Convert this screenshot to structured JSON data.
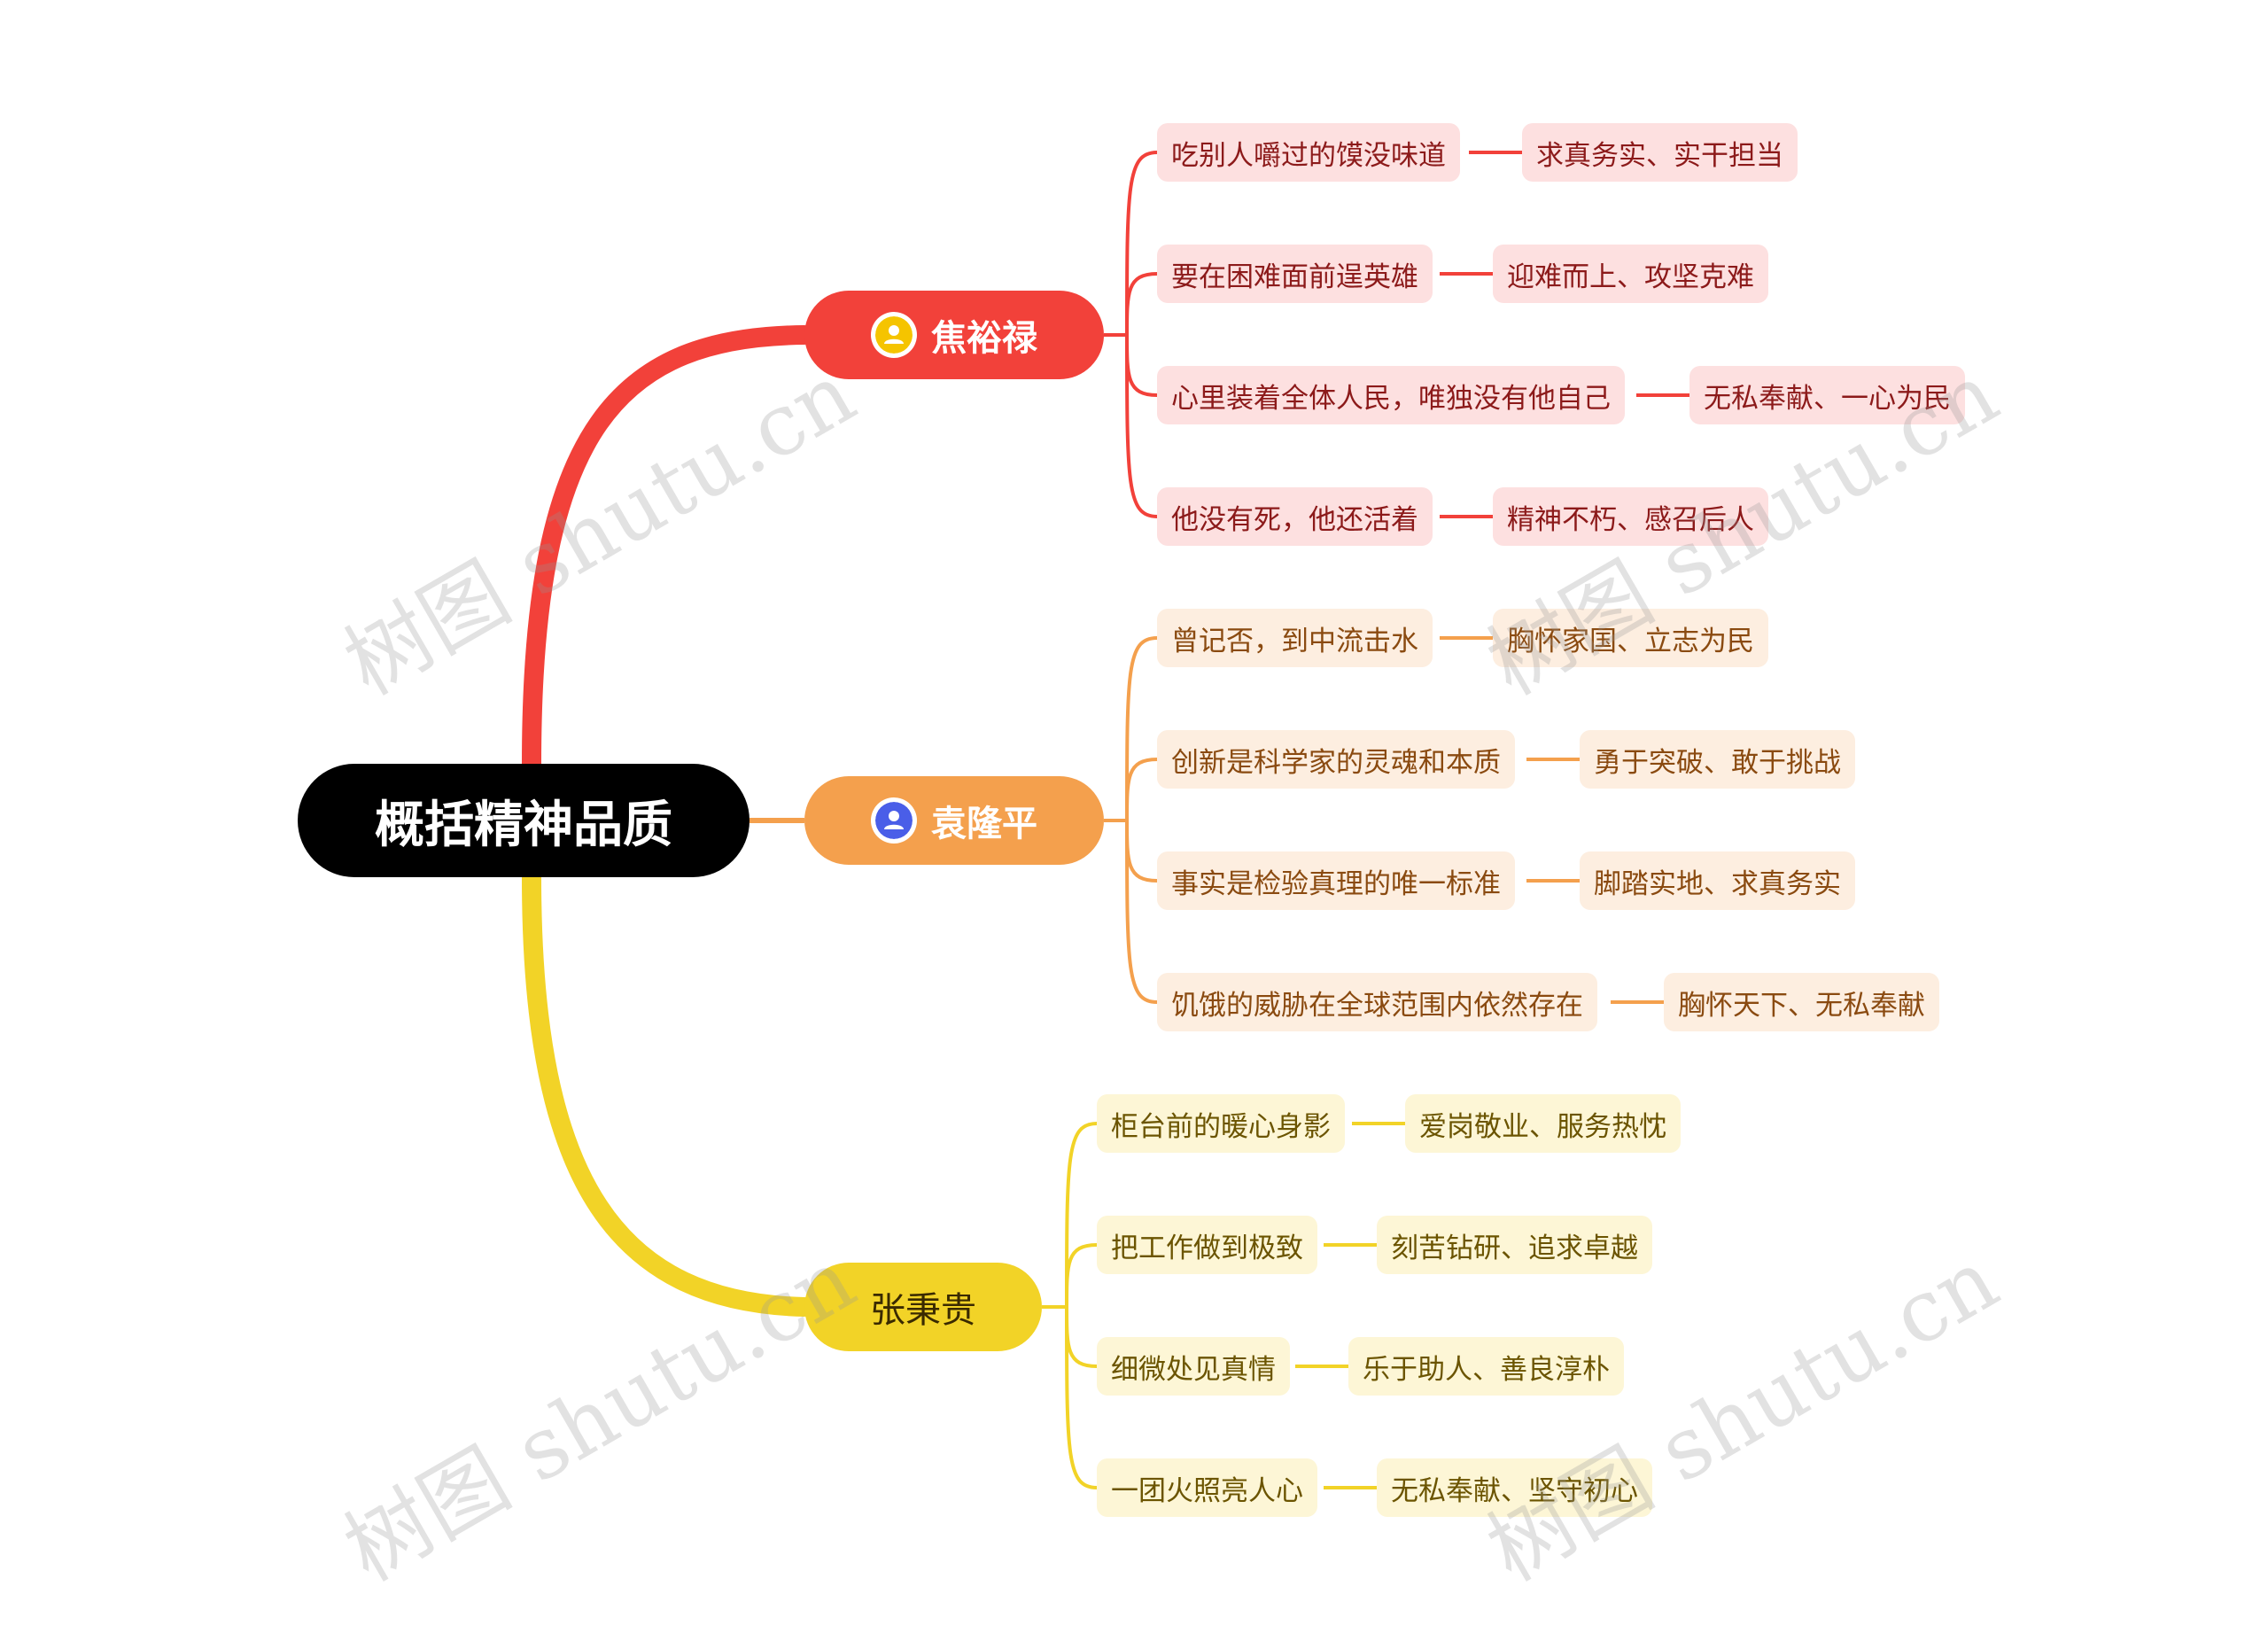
{
  "root": {
    "label": "概括精神品质"
  },
  "branches": [
    {
      "label": "焦裕禄",
      "avatar_icon": "user-icon",
      "color": "#f2413a",
      "items": [
        {
          "quote": "吃别人嚼过的馍没味道",
          "quality": "求真务实、实干担当"
        },
        {
          "quote": "要在困难面前逞英雄",
          "quality": "迎难而上、攻坚克难"
        },
        {
          "quote": "心里装着全体人民，唯独没有他自己",
          "quality": "无私奉献、一心为民"
        },
        {
          "quote": "他没有死，他还活着",
          "quality": "精神不朽、感召后人"
        }
      ]
    },
    {
      "label": "袁隆平",
      "avatar_icon": "user-icon",
      "color": "#f4a04d",
      "items": [
        {
          "quote": "曾记否，到中流击水",
          "quality": "胸怀家国、立志为民"
        },
        {
          "quote": "创新是科学家的灵魂和本质",
          "quality": "勇于突破、敢于挑战"
        },
        {
          "quote": "事实是检验真理的唯一标准",
          "quality": "脚踏实地、求真务实"
        },
        {
          "quote": "饥饿的威胁在全球范围内依然存在",
          "quality": "胸怀天下、无私奉献"
        }
      ]
    },
    {
      "label": "张秉贵",
      "color": "#f2d327",
      "items": [
        {
          "quote": "柜台前的暖心身影",
          "quality": "爱岗敬业、服务热忱"
        },
        {
          "quote": "把工作做到极致",
          "quality": "刻苦钻研、追求卓越"
        },
        {
          "quote": "细微处见真情",
          "quality": "乐于助人、善良淳朴"
        },
        {
          "quote": "一团火照亮人心",
          "quality": "无私奉献、坚守初心"
        }
      ]
    }
  ],
  "watermark": "树图 shutu.cn"
}
